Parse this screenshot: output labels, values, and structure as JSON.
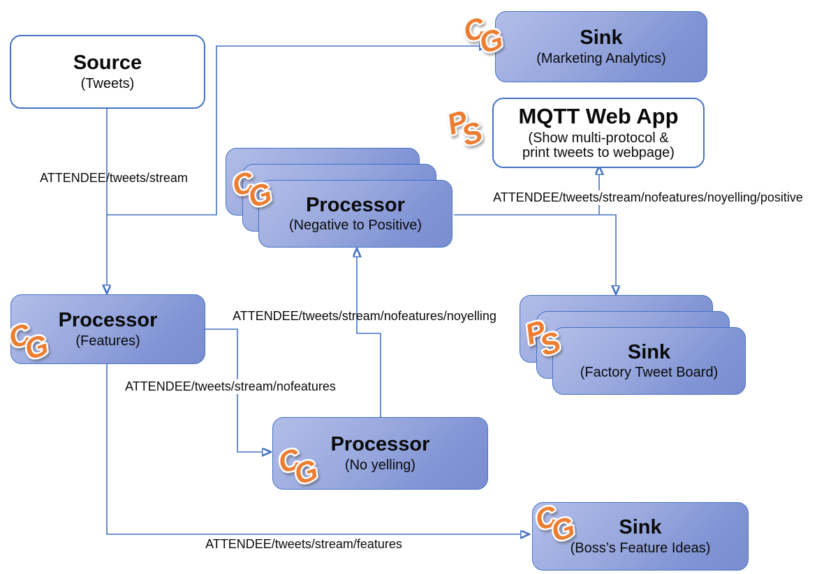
{
  "nodes": {
    "source": {
      "title": "Source",
      "subtitle": "(Tweets)"
    },
    "sink_marketing": {
      "title": "Sink",
      "subtitle": "(Marketing Analytics)",
      "logo": "CG"
    },
    "mqtt_web_app": {
      "title": "MQTT Web App",
      "subtitle": "(Show multi-protocol & print tweets to webpage)",
      "logo": "PS"
    },
    "processor_negative_to_positive": {
      "title": "Processor",
      "subtitle": "(Negative to Positive)",
      "logo": "CG"
    },
    "processor_features": {
      "title": "Processor",
      "subtitle": "(Features)",
      "logo": "CG"
    },
    "processor_no_yelling": {
      "title": "Processor",
      "subtitle": "(No yelling)",
      "logo": "CG"
    },
    "sink_factory": {
      "title": "Sink",
      "subtitle": "(Factory Tweet Board)",
      "logo": "PS"
    },
    "sink_boss": {
      "title": "Sink",
      "subtitle": "(Boss’s Feature Ideas)",
      "logo": "CG"
    }
  },
  "edges": {
    "source_to_processor_features": {
      "label": "ATTENDEE/tweets/stream"
    },
    "n2p_to_outputs": {
      "label": "ATTENDEE/tweets/stream/nofeatures/noyelling/positive"
    },
    "no_yelling_to_n2p": {
      "label": "ATTENDEE/tweets/stream/nofeatures/noyelling"
    },
    "features_to_no_yelling": {
      "label": "ATTENDEE/tweets/stream/nofeatures"
    },
    "features_to_sink_boss": {
      "label": "ATTENDEE/tweets/stream/features"
    }
  },
  "colors": {
    "accent_blue": "#4472C4",
    "node_fill_light": "#B2BDE8",
    "node_fill_dark": "#7B8DD0",
    "logo_orange": "#ED7D31",
    "text": "#0A0A0A",
    "background": "#FFFFFF"
  }
}
